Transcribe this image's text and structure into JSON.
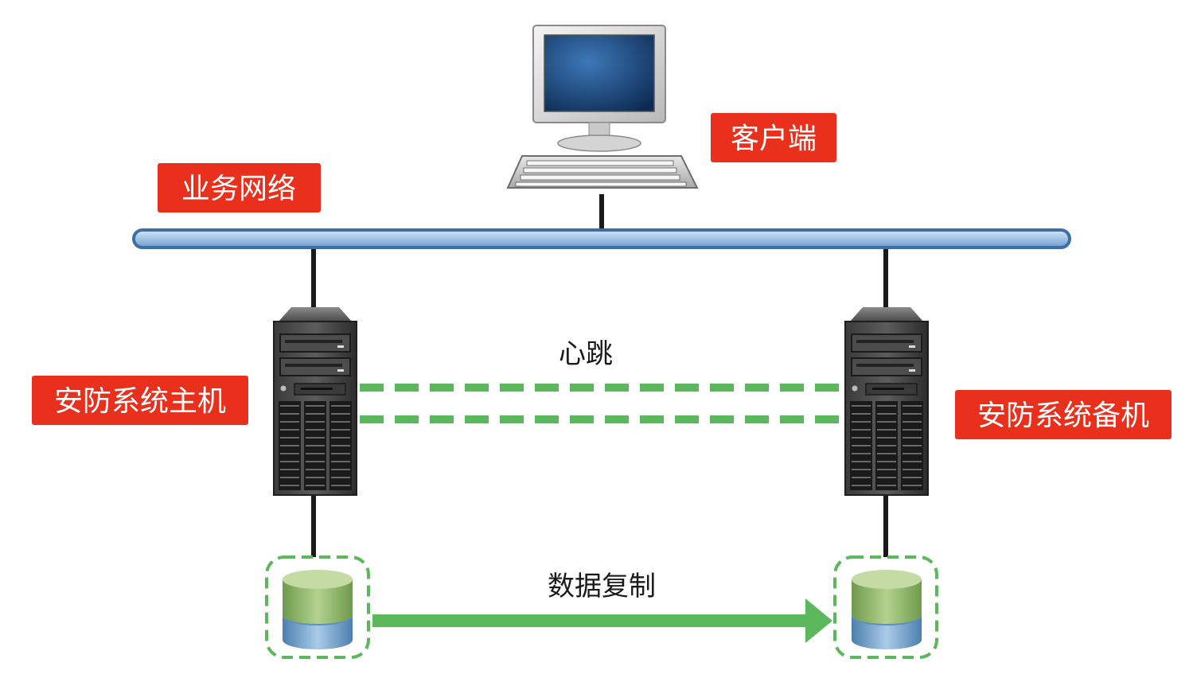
{
  "labels": {
    "client": "客户端",
    "business_network": "业务网络",
    "primary_host": "安防系统主机",
    "standby_host": "安防系统备机",
    "heartbeat": "心跳",
    "data_replication": "数据复制"
  },
  "colors": {
    "tag_bg": "#e8301c",
    "network_bar": "#4a7fb8",
    "network_bar_highlight": "#bcd6f0",
    "link_line": "#1a1a1a",
    "heartbeat_dash": "#5cb85c",
    "replication_arrow": "#5cb85c",
    "storage_outline": "#5cb85c",
    "db_top": "#8fb56a",
    "db_bottom": "#6b9bc8"
  },
  "icons": {
    "client": "desktop-computer-icon",
    "primary_server": "tower-server-icon",
    "standby_server": "tower-server-icon",
    "primary_storage": "database-icon",
    "standby_storage": "database-icon"
  }
}
